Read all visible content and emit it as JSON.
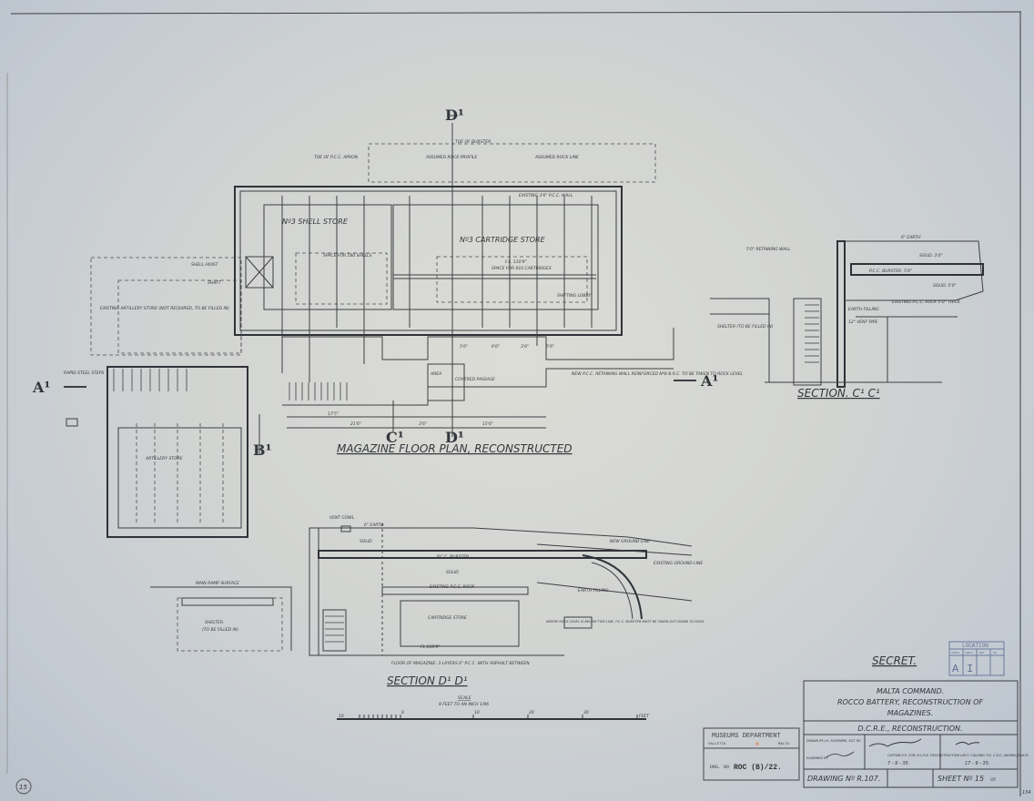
{
  "plan": {
    "title": "MAGAZINE FLOOR PLAN, RECONSTRUCTED",
    "shell_store": "Nº3 SHELL STORE",
    "cartridge_store": "Nº3 CARTRIDGE STORE",
    "existing_wall": "EXISTING 3'6\" P.C.C. WALL",
    "toe_of_burster": "TOE OF BURSTER",
    "assumed_rock": "ASSUMED ROCK PROFILE",
    "rock_line": "ASSUMED ROCK LINE",
    "toe_pcc_apron": "TOE OF P.C.C. APRON",
    "shell_space": "SPACE FOR 180 SHELLS",
    "cartridge_space": "SPACE FOR 810 CARTRIDGES",
    "fl": "F.L. 110'9\"",
    "shifting_lobby": "SHIFTING LOBBY",
    "covered_passage": "COVERED PASSAGE",
    "area": "AREA",
    "existing_artillery_store": "EXISTING ARTILLERY STORE (NOT REQUIRED, TO BE FILLED IN)",
    "artillery_store": "ARTILLERY STORE",
    "shell_hoist": "SHELL HOIST",
    "shaft": "SHAFT",
    "rapid_steel_steps": "RAPID STEEL STEPS",
    "new_retaining_wall": "NEW P.C.C. RETAINING WALL REINFORCED Nº8 B.R.C. TO BE TAKEN TO ROCK LEVEL",
    "dims": [
      "17'5\"",
      "21'6\"",
      "3'6\"",
      "15'6\"",
      "5'6\"",
      "6'0\"",
      "3'6\"",
      "5'6\""
    ]
  },
  "markers": {
    "a_left": "A¹",
    "a_right": "A¹",
    "b": "B¹",
    "c": "C¹",
    "d_top": "D¹",
    "d_bottom": "D¹"
  },
  "section_c": {
    "title": "SECTION. C¹ C¹",
    "shelter": "SHELTER (TO BE FILLED IN)",
    "burster": "P.C.C. BURSTER. 5'6\"",
    "solid_top": "SOLID. 3'0\"",
    "solid_bottom": "SOLID. 5'0\"",
    "earth": "6\" EARTH",
    "existing_roof": "EXISTING P.C.C. ROOF 5'0\" THICK",
    "earth_filling": "EARTH FILLING",
    "retaining_wall": "5'0\" RETAINING WALL",
    "vent_pipe": "12\" VENT PIPE"
  },
  "section_d": {
    "title": "SECTION D¹ D¹",
    "shelter": "SHELTER.",
    "shelter_note": "(TO BE FILLED IN)",
    "solid": "SOLID",
    "burster": "P.C.C. BURSTER",
    "solid2": "SOLID",
    "vent_cowl": "VENT COWL",
    "earth": "6\" EARTH",
    "new_ground_line": "NEW GROUND LINE",
    "existing_ground_line": "EXISTING GROUND LINE",
    "earth_filling": "EARTH FILLING",
    "existing_roof": "EXISTING P.C.C. ROOF",
    "cartridge_store": "CARTRIDGE STORE",
    "main_ramp": "MAIN RAMP SURFACE",
    "floor_note": "FLOOR OF MAGAZINE: 3 LAYERS 6\" P.C.C. WITH ASPHALT BETWEEN",
    "rock_note": "WHERE ROCK LEVEL IS BELOW THIS LINE, P.C.C. BURSTER MUST BE TAKEN OUT DOWN TO ROCK",
    "fl": "FL 110'9\""
  },
  "scale": {
    "label": "SCALE",
    "value": "8 FEET TO AN INCH 1/96",
    "ticks": [
      "10",
      "0",
      "10",
      "20",
      "30",
      "FEET"
    ]
  },
  "secret": "SECRET.",
  "location_stamp": {
    "title": "LOCATION",
    "headers": [
      "PRESS",
      "SHELF",
      "BOX",
      "NO."
    ],
    "values": [
      "A",
      "I"
    ]
  },
  "title_block": {
    "line1": "MALTA COMMAND.",
    "line2": "ROCCO BATTERY, RECONSTRUCTION OF",
    "line3": "MAGAZINES.",
    "subtitle": "D.C.R.E., RECONSTRUCTION.",
    "drawn": "DRAWN BY J.H. SCHEMBRI, SGT. RE.",
    "examined": "EXAMINED BY",
    "captain": "CAPTAIN R.E. FOR: D.C.R.E. RECONSTRUCTION",
    "captain_date": "7 - 9 - 35.",
    "colonel": "LIEUT. COLONEL R.E. C.R.E. (WORKS) MALTA",
    "colonel_date": "17 - 9 - 35.",
    "drawing_no": "DRAWING Nº R.107.",
    "sheet": "SHEET Nº 15",
    "sheet_of": "OF."
  },
  "museum_stamp": {
    "title": "MUSEUMS DEPARTMENT",
    "left": "VALLETTA",
    "right": "MALTA",
    "drg_label": "DRG. NO",
    "drg_value": "ROC (B)/22."
  },
  "sheet_number_circle": "15",
  "corner_number": "134"
}
